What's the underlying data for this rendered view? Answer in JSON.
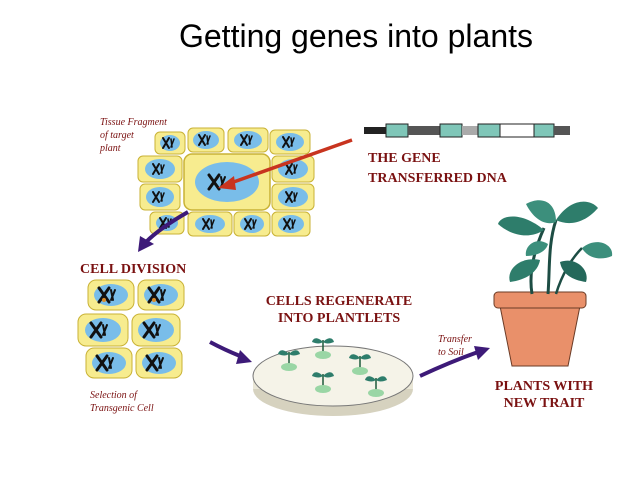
{
  "title": "Getting genes into plants",
  "labels": {
    "tissue_fragment": [
      "Tissue Fragment",
      "of target",
      "plant"
    ],
    "the_gene": "THE GENE",
    "transferred_dna": "TRANSFERRED DNA",
    "cell_division": "CELL DIVISION",
    "selection": [
      "Selection of",
      "Transgenic Cell"
    ],
    "cells_regenerate": [
      "CELLS REGENERATE",
      "INTO PLANTLETS"
    ],
    "transfer": [
      "Transfer",
      "to Soil"
    ],
    "plants_new_trait": [
      "PLANTS WITH",
      "NEW TRAIT"
    ]
  },
  "colors": {
    "cell_fill": "#f7ec8f",
    "cell_border": "#c9b235",
    "nucleus": "#79bde9",
    "red_arrow": "#c8341f",
    "purple_arrow": "#3d1a78",
    "label_red": "#7a1111",
    "dish": "#f5f3e8",
    "pot": "#e9906a",
    "leaf": "#2e7d6b",
    "seedling": "#9ad6a5"
  },
  "icons": [
    "chromosome-icon",
    "dna-strand-icon",
    "petri-dish-icon",
    "seedling-icon",
    "potted-plant-icon",
    "arrow-icon"
  ]
}
